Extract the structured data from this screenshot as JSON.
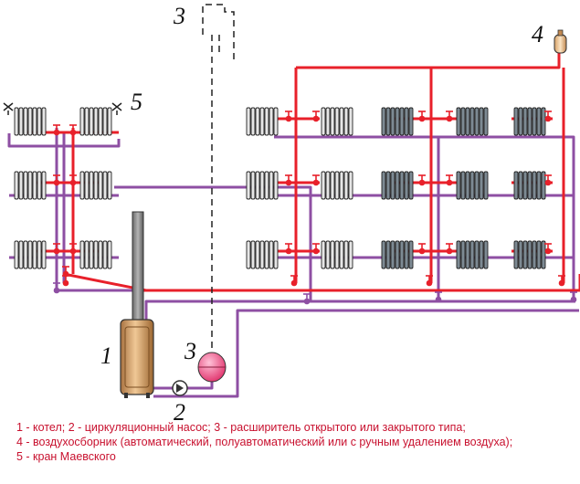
{
  "callouts": {
    "boiler": "1",
    "pump": "2",
    "tank_top": "3",
    "tank_bottom": "3",
    "air_collector": "4",
    "mayevsky_valve": "5"
  },
  "legend": [
    "1 - котел; 2 - циркуляционный насос; 3 - расширитель открытого или закрытого типа;",
    "4 - воздухосборник (автоматический, полуавтоматический или с ручным удалением воздуха);",
    "5 - кран Маевского"
  ],
  "colors": {
    "supply_pipe": "#e8202a",
    "return_pipe": "#8e4fa3",
    "boiler_body": "#c99560",
    "expansion_tank": "#e8457a",
    "radiator_light": "#e6e6e6",
    "radiator_dark": "#7d8a93",
    "text_legend": "#c8102e"
  },
  "icons": {
    "boiler": "boiler-icon",
    "pump": "circulation-pump-icon",
    "expansion_tank": "expansion-tank-icon",
    "air_collector": "air-collector-icon",
    "radiator": "radiator-icon",
    "mayevsky_valve": "mayevsky-valve-icon"
  }
}
